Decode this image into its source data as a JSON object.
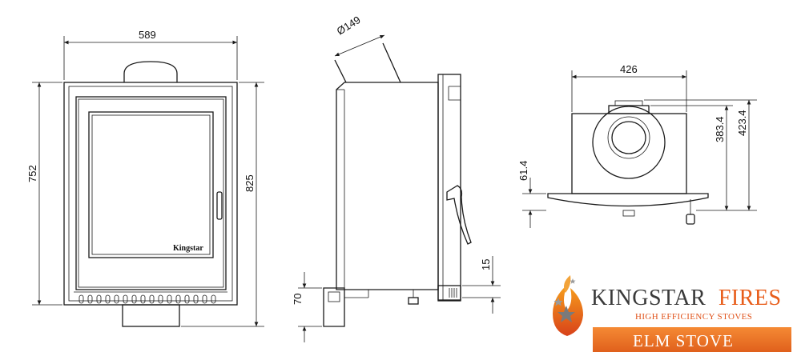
{
  "dimensions": {
    "front_width": "589",
    "front_height": "752",
    "front_total_height": "825",
    "flue_diameter": "Ø149",
    "side_base": "70",
    "side_gap": "15",
    "top_width": "426",
    "top_depth_inner": "383.4",
    "top_depth_total": "423.4",
    "top_front": "61.4"
  },
  "labels": {
    "stove_logo": "Kingstar"
  },
  "brand": {
    "name_part1": "KINGSTAR",
    "name_part2": "FIRES",
    "tagline": "HIGH EFFICIENCY STOVES",
    "model": "ELM STOVE",
    "colors": {
      "accent": "#e85d1a",
      "text": "#3a3a3a",
      "banner": "#f07a28"
    }
  }
}
